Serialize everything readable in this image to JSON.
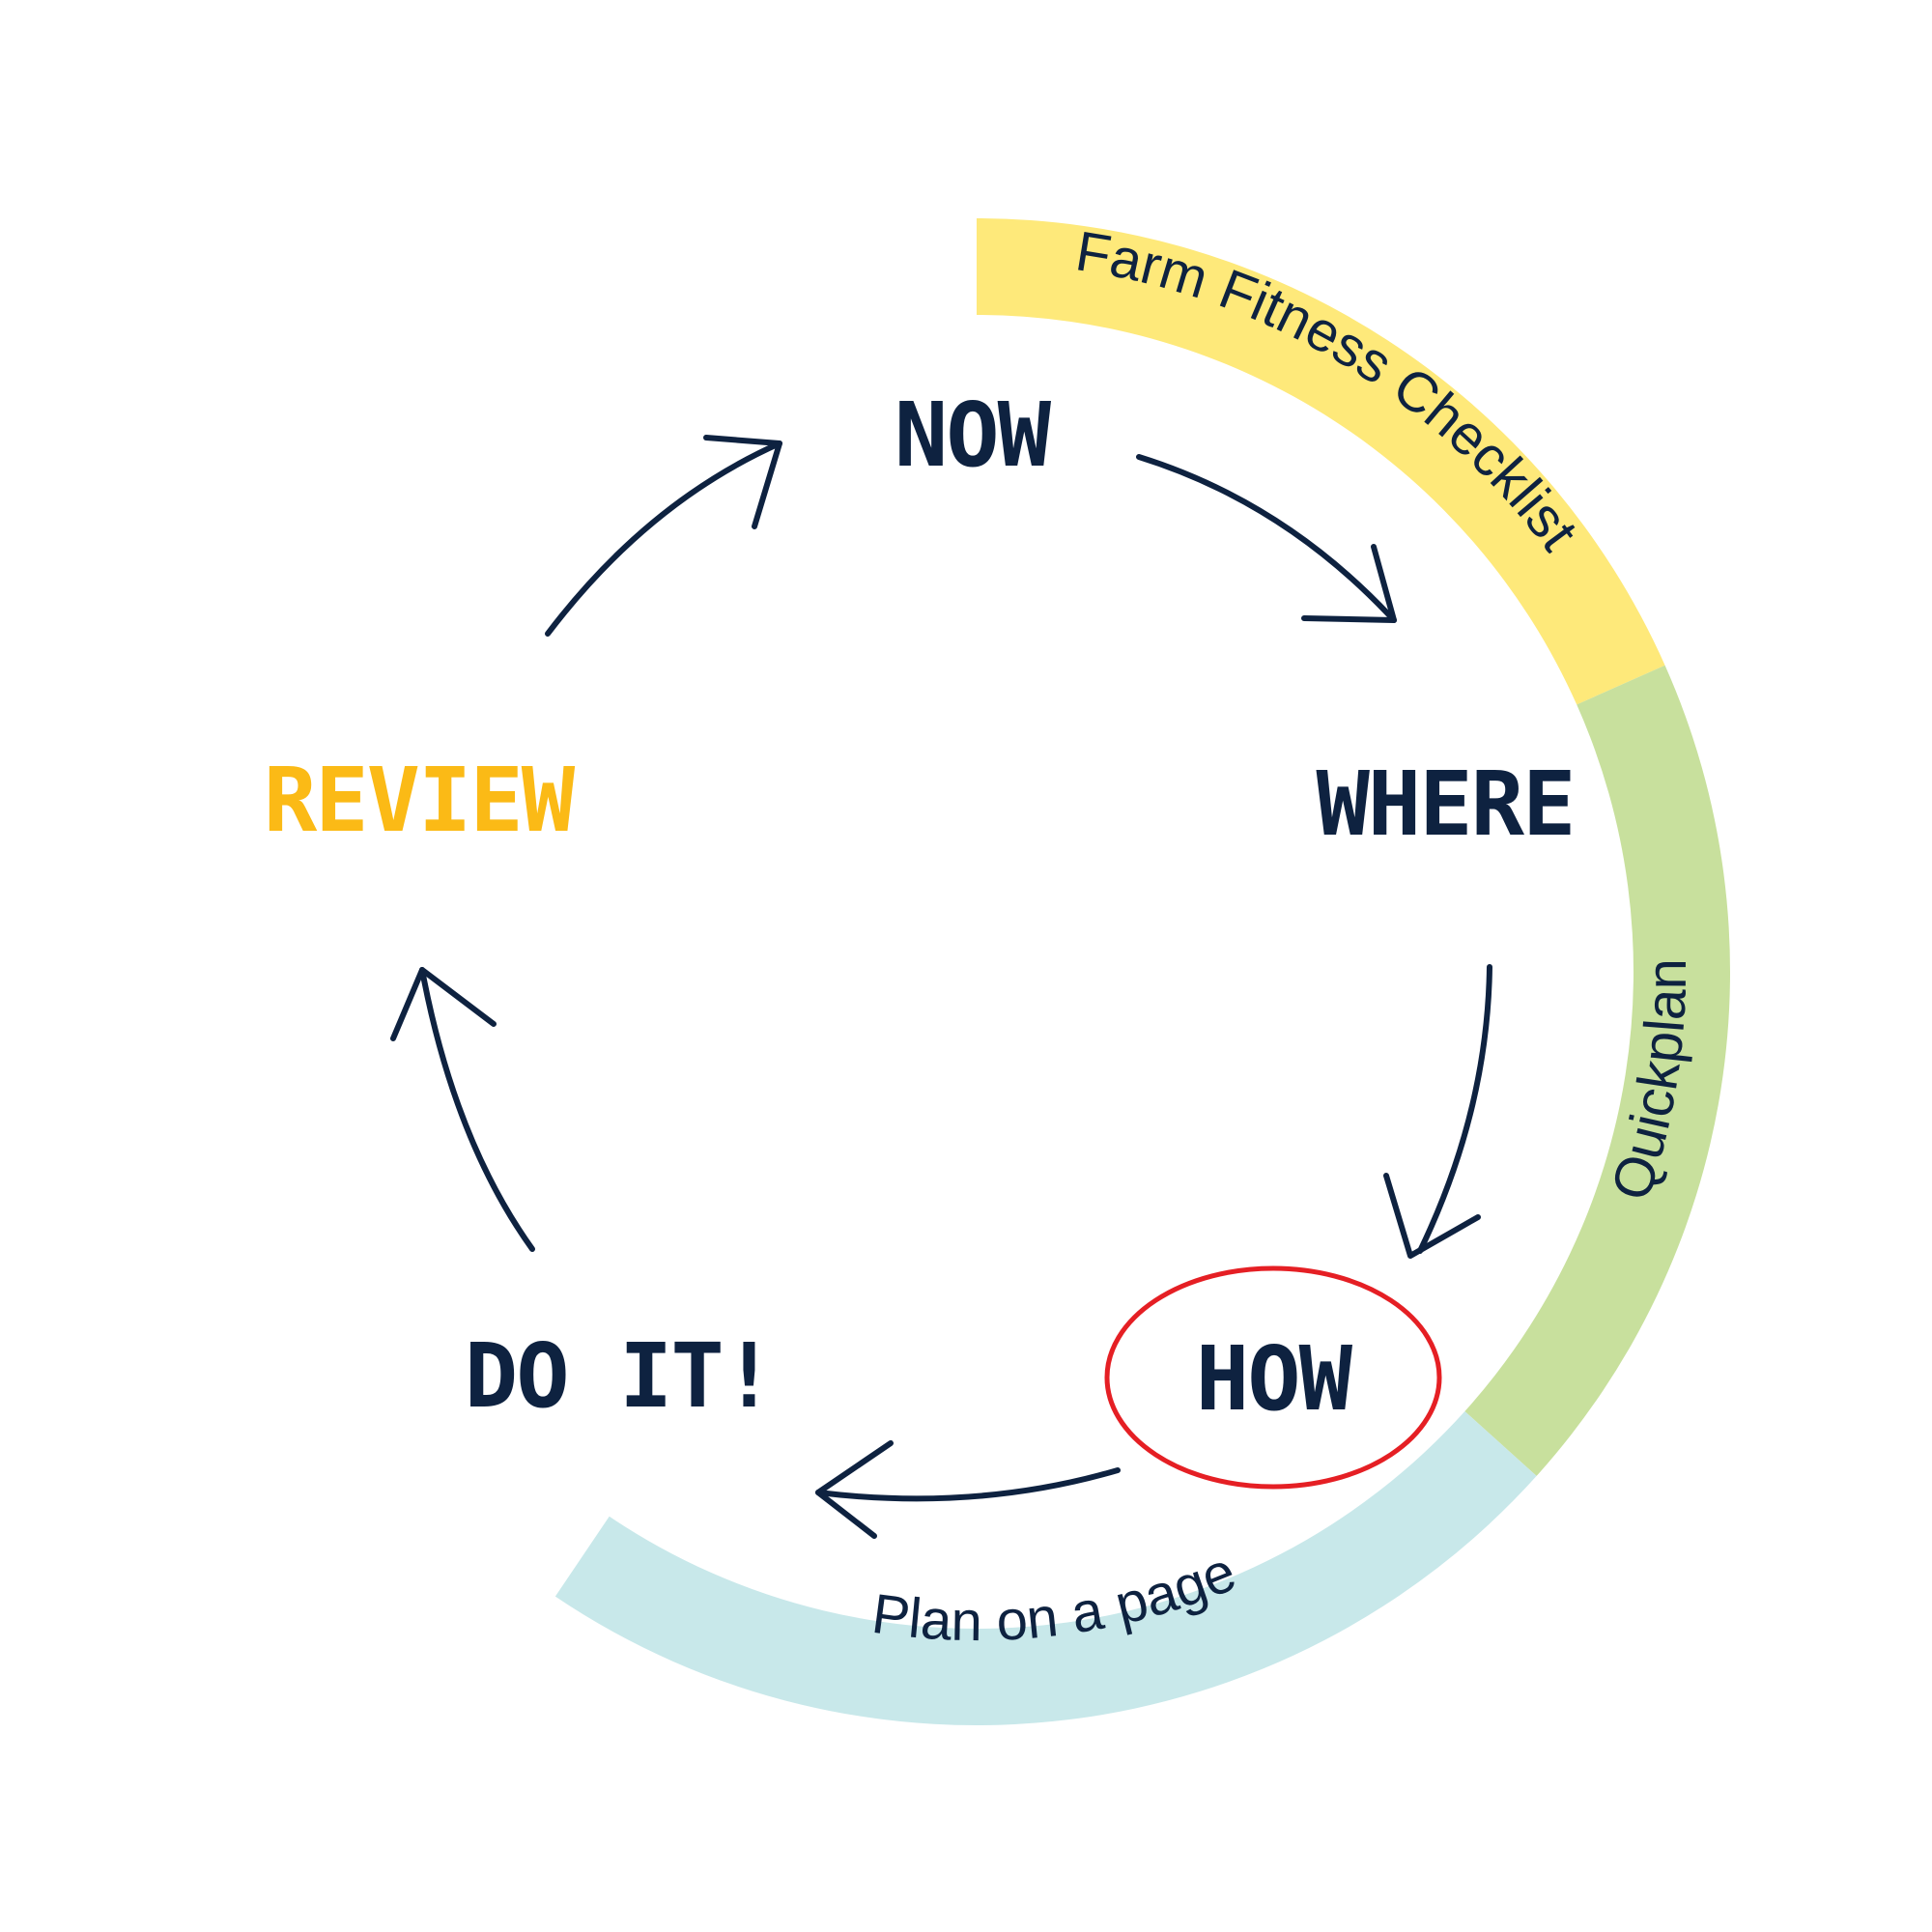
{
  "diagram": {
    "title": "Planning cycle",
    "steps": [
      {
        "id": "now",
        "label": "NOW",
        "color": "#0e2240"
      },
      {
        "id": "where",
        "label": "WHERE",
        "color": "#0e2240"
      },
      {
        "id": "how",
        "label": "HOW",
        "color": "#0e2240",
        "highlighted": true
      },
      {
        "id": "doit",
        "label": "DO IT!",
        "color": "#0e2240"
      },
      {
        "id": "review",
        "label": "REVIEW",
        "color": "#fbba16"
      }
    ],
    "flow": [
      "NOW → WHERE",
      "WHERE → HOW",
      "HOW → DO IT!",
      "DO IT! → REVIEW",
      "REVIEW → NOW"
    ],
    "highlight_color": "#e51f24",
    "bands": [
      {
        "id": "farm-fitness",
        "label": "Farm Fitness Checklist",
        "color": "#fee97a"
      },
      {
        "id": "quickplan",
        "label": "Quickplan",
        "color": "#c8e09d"
      },
      {
        "id": "plan-on-a-page",
        "label": "Plan on a page",
        "color": "#c8e8ea"
      }
    ],
    "stroke_color": "#0e2240"
  }
}
